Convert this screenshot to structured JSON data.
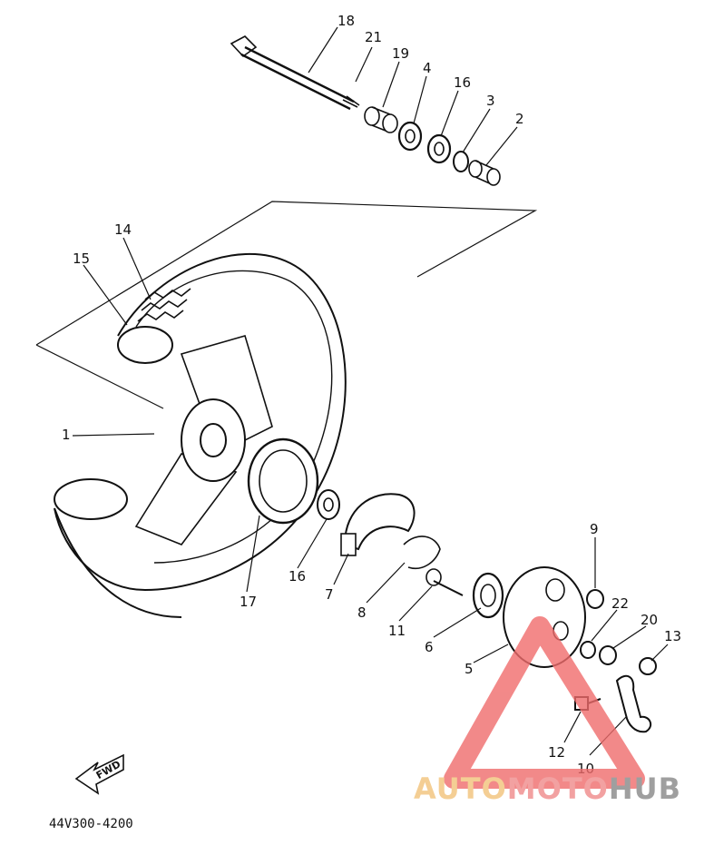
{
  "diagram": {
    "part_numbers": [
      "1",
      "2",
      "3",
      "4",
      "5",
      "6",
      "7",
      "8",
      "9",
      "10",
      "11",
      "12",
      "13",
      "14",
      "15",
      "16",
      "16",
      "17",
      "18",
      "19",
      "20",
      "21",
      "22"
    ],
    "drawing_code": "44V300-4200",
    "fwd_marker": "FWD"
  },
  "watermark": {
    "part_a": "AUTO",
    "part_b": "MOTO",
    "part_c": "HUB",
    "color_a": "#f2c27a",
    "color_b": "#f08a8a",
    "color_c": "#888888",
    "triangle_color": "#f06c6c"
  }
}
